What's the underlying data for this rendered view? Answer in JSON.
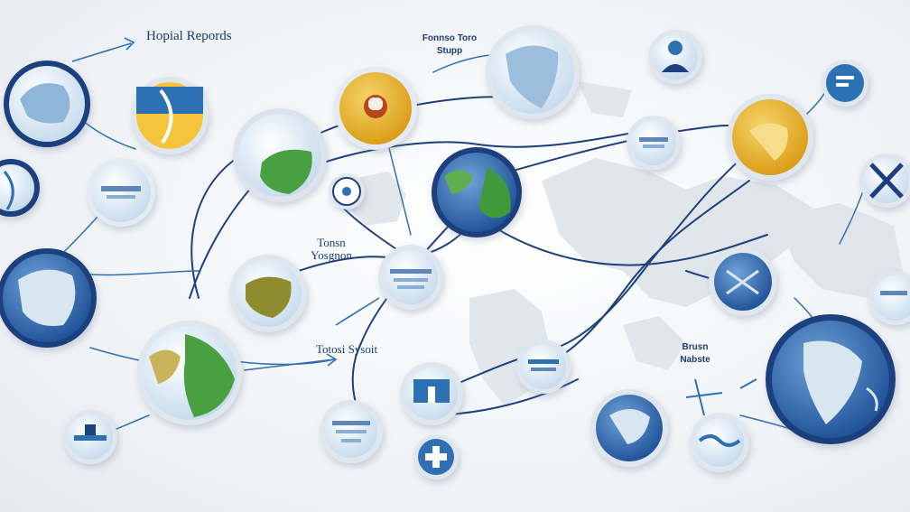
{
  "labels": {
    "title": "Hopial Repords",
    "top_center": "Fonnso Toro",
    "top_center_sub": "Stupp",
    "mid_left": "Tonsn",
    "mid_left_sub": "Yosgnon",
    "lower_left": "Totosi Sysoit",
    "lower_right": "Brusn",
    "lower_right_sub": "Nabste"
  },
  "colors": {
    "navy": "#1d3f7d",
    "blue": "#2f6fb4",
    "green": "#3f9a3a",
    "yellow": "#e6b320",
    "pale_blue": "#b9d3ea",
    "map_grey": "#dfe4ea"
  },
  "nodes": [
    {
      "name": "globe-node-top-left",
      "icon": "globe-icon"
    },
    {
      "name": "flag-node-blue-yellow",
      "icon": "flag-icon"
    },
    {
      "name": "half-circle-node-left",
      "icon": "half-globe-icon"
    },
    {
      "name": "map-node-pale-left",
      "icon": "map-icon"
    },
    {
      "name": "globe-node-mid-left",
      "icon": "globe-icon"
    },
    {
      "name": "mic-node-yellow",
      "icon": "microphone-icon"
    },
    {
      "name": "green-globe-node",
      "icon": "globe-icon"
    },
    {
      "name": "africa-map-node-top",
      "icon": "map-icon"
    },
    {
      "name": "person-node-top",
      "icon": "person-icon"
    },
    {
      "name": "chart-node-top-right",
      "icon": "chart-icon"
    },
    {
      "name": "yellow-globe-node-right",
      "icon": "globe-icon"
    },
    {
      "name": "cross-node-right-edge",
      "icon": "close-icon"
    },
    {
      "name": "green-blue-globe-center",
      "icon": "globe-icon"
    },
    {
      "name": "info-node-center",
      "icon": "document-icon"
    },
    {
      "name": "olive-map-node",
      "icon": "map-icon"
    },
    {
      "name": "large-green-globe-bottom-left",
      "icon": "globe-icon"
    },
    {
      "name": "document-node-center-right",
      "icon": "document-icon"
    },
    {
      "name": "building-node",
      "icon": "building-icon"
    },
    {
      "name": "document-node-bottom-center",
      "icon": "document-icon"
    },
    {
      "name": "hospital-node",
      "icon": "hospital-icon"
    },
    {
      "name": "blue-globe-node-bottom",
      "icon": "globe-icon"
    },
    {
      "name": "large-blue-globe-right",
      "icon": "globe-icon"
    },
    {
      "name": "globe-node-right-middle",
      "icon": "globe-icon"
    },
    {
      "name": "wave-node-bottom-right",
      "icon": "wave-icon"
    },
    {
      "name": "ship-node-bottom-left",
      "icon": "ship-icon"
    },
    {
      "name": "small-document-node",
      "icon": "document-icon"
    },
    {
      "name": "small-node-center-top",
      "icon": "location-icon"
    },
    {
      "name": "globe-node-edge-right",
      "icon": "globe-icon"
    }
  ]
}
